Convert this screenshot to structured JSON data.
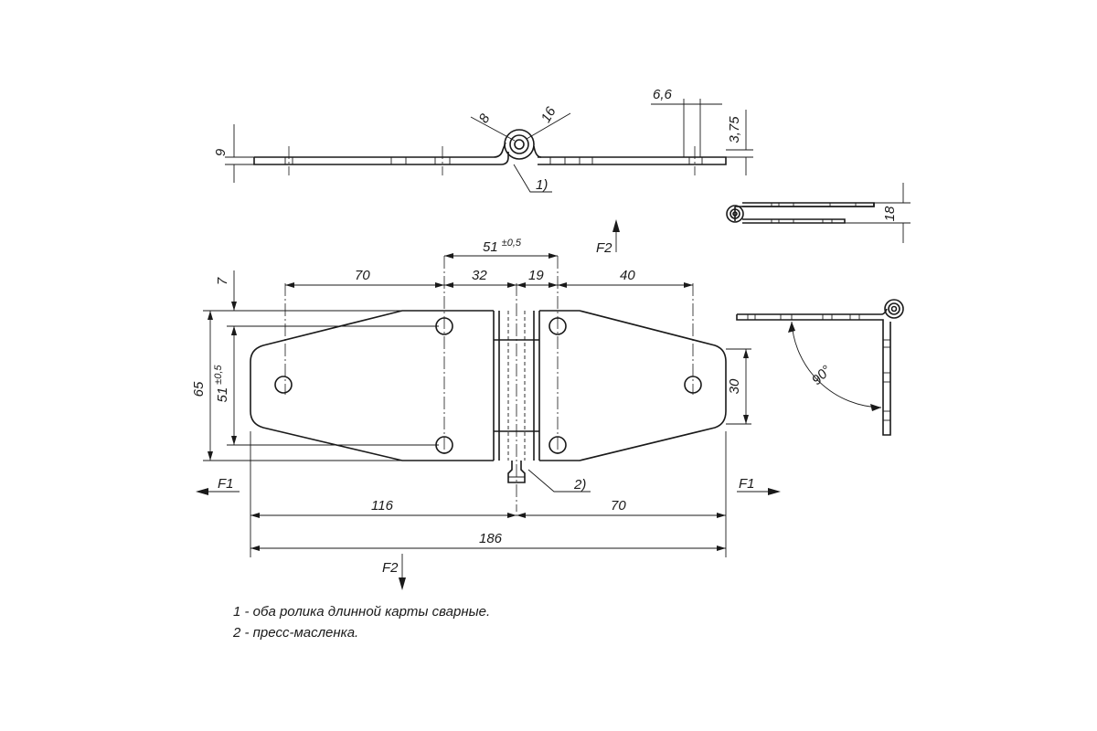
{
  "dimensions": {
    "side_thickness": "9",
    "pin_diameter": "8",
    "knuckle_diameter": "16",
    "plate_hole_spacing": "6,6",
    "plate_thickness": "3,75",
    "folded_height": "18",
    "hole_spacing_center": "51",
    "hole_spacing_center_tol": "±0,5",
    "edge_offset": "7",
    "seg_70_top": "70",
    "seg_32": "32",
    "seg_19": "19",
    "seg_40": "40",
    "height_65": "65",
    "hole_spacing_vertical": "51",
    "hole_spacing_vertical_tol": "±0,5",
    "end_width_30": "30",
    "len_116": "116",
    "len_70_bottom": "70",
    "total_length": "186",
    "opening_angle": "90°"
  },
  "labels": {
    "force_f1": "F1",
    "force_f2": "F2",
    "callout_1": "1)",
    "callout_2": "2)"
  },
  "notes": [
    "1 - оба ролика длинной карты сварные.",
    "2 - пресс-масленка."
  ]
}
